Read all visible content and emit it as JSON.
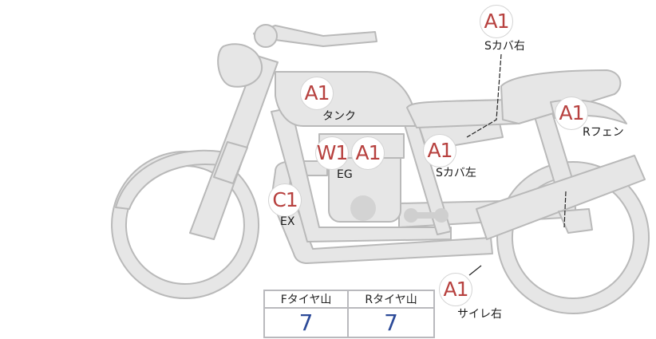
{
  "colors": {
    "part_fill": "#e6e6e6",
    "part_stroke": "#b9b9b9",
    "damage_code": "#b7413f",
    "tire_value": "#2c4a98"
  },
  "damages": [
    {
      "code": "A1",
      "part": "Sカバ右"
    },
    {
      "code": "A1",
      "part": "タンク"
    },
    {
      "code": "A1",
      "part": "Rフェン"
    },
    {
      "code": "W1",
      "part": ""
    },
    {
      "code": "A1",
      "part": "EG"
    },
    {
      "code": "A1",
      "part": "Sカバ左"
    },
    {
      "code": "C1",
      "part": "EX"
    },
    {
      "code": "A1",
      "part": "サイレ右"
    }
  ],
  "tire_table": {
    "headers": [
      "Fタイヤ山",
      "Rタイヤ山"
    ],
    "values": [
      "7",
      "7"
    ]
  }
}
